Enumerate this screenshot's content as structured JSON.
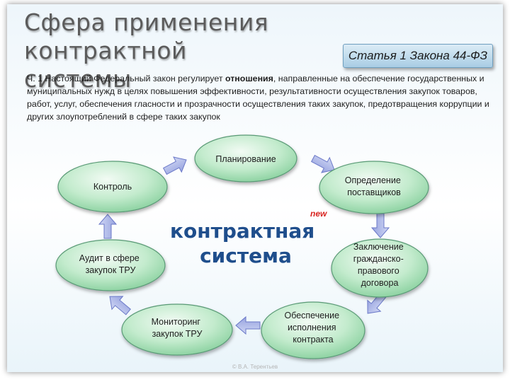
{
  "title": {
    "line1": "Сфера применения контрактной",
    "line2": "системы"
  },
  "badge": "Статья 1 Закона 44-ФЗ",
  "paragraph": {
    "before": "Ч. 1 Настоящий Федеральный закон регулирует ",
    "bold": "отношения",
    "after": ", направленные на обеспечение государственных и муниципальных нужд в целях повышения эффективности, результативности осуществления закупок товаров, работ, услуг, обеспечения гласности и прозрачности осуществления таких закупок, предотвращения коррупции и других злоупотреблений в сфере таких закупок"
  },
  "center": {
    "line1": "контрактная",
    "line2": "система",
    "tag": "new"
  },
  "nodes": {
    "planning": [
      "Планирование"
    ],
    "suppliers": [
      "Определение",
      "поставщиков"
    ],
    "contract": [
      "Заключение",
      "гражданско-",
      "правового",
      "договора"
    ],
    "execution": [
      "Обеспечение",
      "исполнения",
      "контракта"
    ],
    "monitoring": [
      "Мониторинг",
      "закупок ТРУ"
    ],
    "audit": [
      "Аудит в сфере",
      "закупок ТРУ"
    ],
    "control": [
      "Контроль"
    ]
  },
  "colors": {
    "node_fill_light": "#e6f6ea",
    "node_fill_dark": "#8fd6a4",
    "node_stroke": "#5a9a76",
    "arrow_fill": "#a9b4e6",
    "arrow_stroke": "#6b79c8",
    "center_text": "#1f4e8c"
  },
  "footer": "© В.А. Терентьев"
}
